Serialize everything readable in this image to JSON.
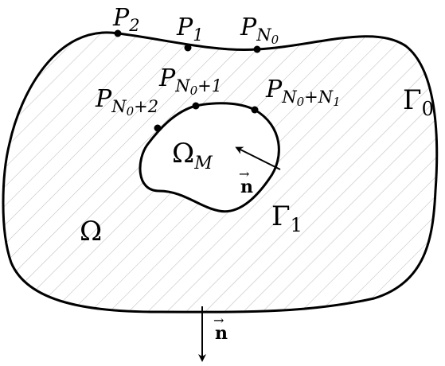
{
  "labels": {
    "p2": {
      "main": "P",
      "sub": "2"
    },
    "p1": {
      "main": "P",
      "sub": "1"
    },
    "pn0": {
      "main": "P",
      "sub": "N",
      "subsub": "0"
    },
    "pn0p1": {
      "main": "P",
      "sub": "N",
      "subsub": "0",
      "tail": "+1"
    },
    "pn0p2": {
      "main": "P",
      "sub": "N",
      "subsub": "0",
      "tail": "+2"
    },
    "pn0n1": {
      "main": "P",
      "sub": "N",
      "subsub": "0",
      "tail": "+N",
      "tailsub": "1"
    },
    "gamma0": {
      "main": "Γ",
      "sub": "0"
    },
    "gamma1": {
      "main": "Γ",
      "sub": "1"
    },
    "omega": "Ω",
    "omegaM": {
      "main": "Ω",
      "sub": "M"
    },
    "normal_inner": "n",
    "normal_outer": "n",
    "vec_mark": "→"
  },
  "colors": {
    "stroke": "#000000",
    "hatch": "#bdbdbd",
    "background": "#ffffff"
  }
}
